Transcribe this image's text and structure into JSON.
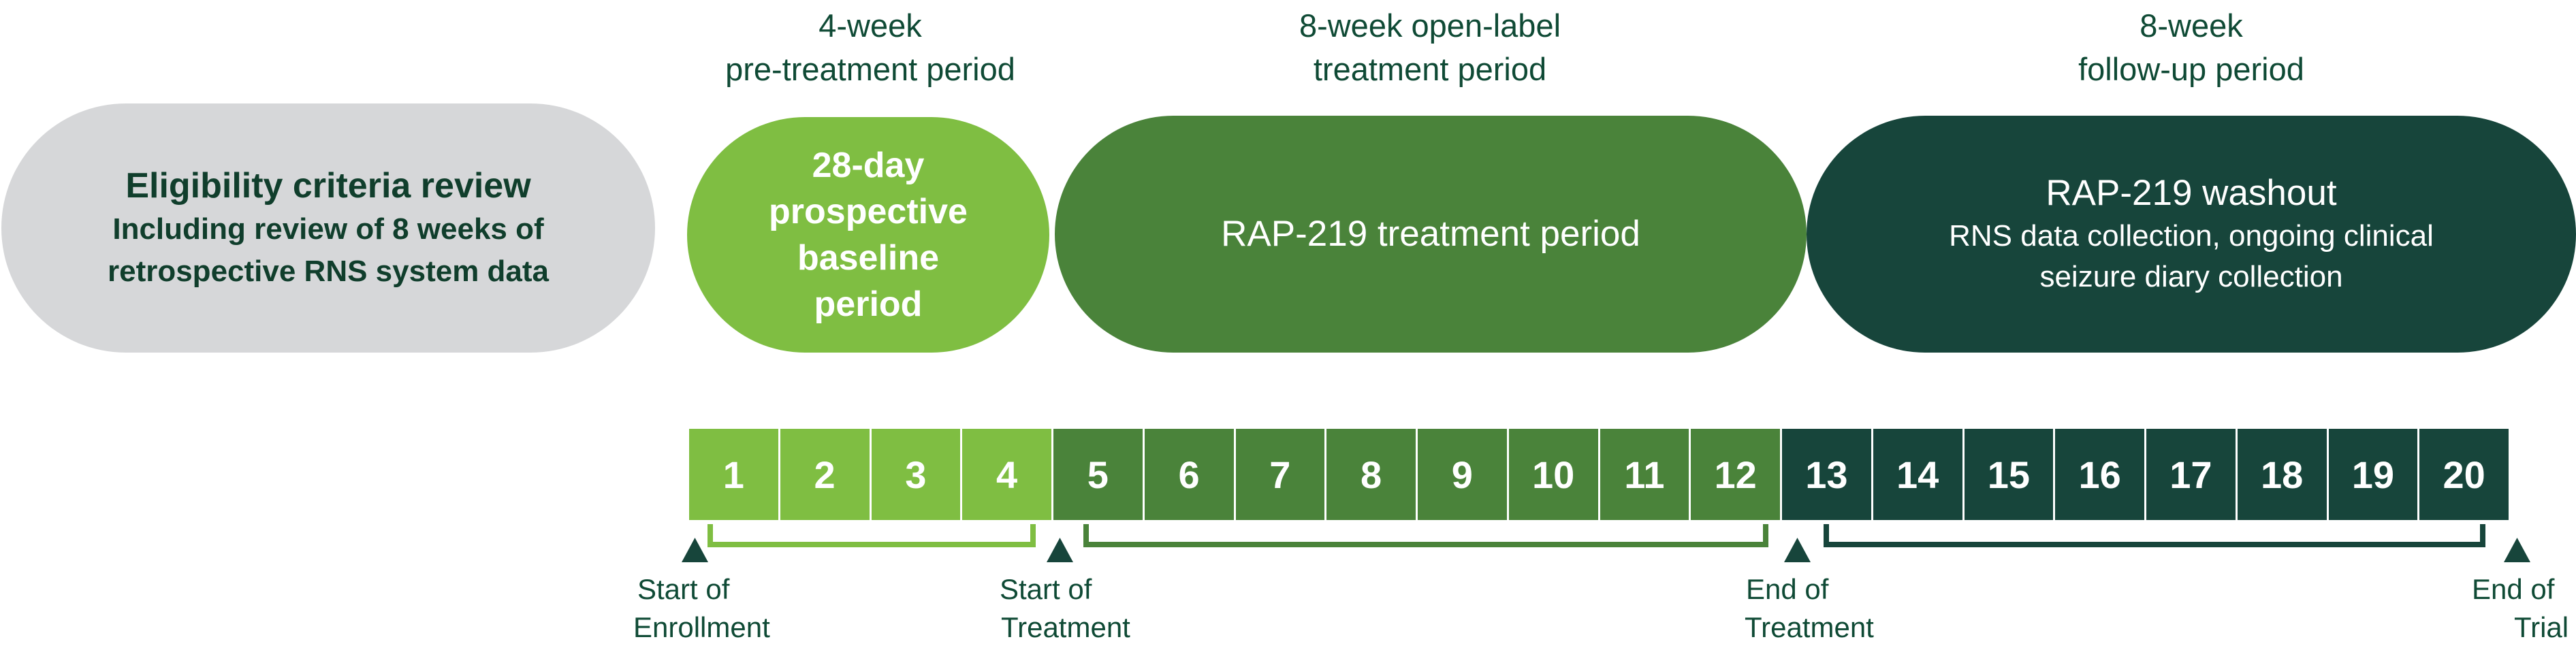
{
  "headings": {
    "pretreatment": [
      "4-week",
      "pre-treatment period"
    ],
    "treatment": [
      "8-week open-label",
      "treatment period"
    ],
    "followup": [
      "8-week",
      "follow-up period"
    ]
  },
  "pills": {
    "eligibility": {
      "title": "Eligibility criteria review",
      "sub": [
        "Including review of 8 weeks of",
        "retrospective RNS system data"
      ]
    },
    "baseline": {
      "title": "28-day prospective baseline period"
    },
    "treatment": {
      "title": "RAP-219 treatment period"
    },
    "washout": {
      "title": "RAP-219 washout",
      "sub": [
        "RNS data collection, ongoing clinical",
        "seizure diary collection"
      ]
    }
  },
  "weeks": [
    {
      "label": "1",
      "phase": 1
    },
    {
      "label": "2",
      "phase": 1
    },
    {
      "label": "3",
      "phase": 1
    },
    {
      "label": "4",
      "phase": 1
    },
    {
      "label": "5",
      "phase": 2
    },
    {
      "label": "6",
      "phase": 2
    },
    {
      "label": "7",
      "phase": 2
    },
    {
      "label": "8",
      "phase": 2
    },
    {
      "label": "9",
      "phase": 2
    },
    {
      "label": "10",
      "phase": 2
    },
    {
      "label": "11",
      "phase": 2
    },
    {
      "label": "12",
      "phase": 2
    },
    {
      "label": "13",
      "phase": 3
    },
    {
      "label": "14",
      "phase": 3
    },
    {
      "label": "15",
      "phase": 3
    },
    {
      "label": "16",
      "phase": 3
    },
    {
      "label": "17",
      "phase": 3
    },
    {
      "label": "18",
      "phase": 3
    },
    {
      "label": "19",
      "phase": 3
    },
    {
      "label": "20",
      "phase": 3
    }
  ],
  "milestones": {
    "start_enrollment": [
      "Start of",
      "Enrollment"
    ],
    "start_treatment": [
      "Start of",
      "Treatment"
    ],
    "end_treatment": [
      "End of",
      "Treatment"
    ],
    "end_trial": [
      "End of",
      "Trial"
    ]
  },
  "colors": {
    "pretreatment": "#7fbe42",
    "treatment": "#4a833a",
    "followup": "#17453b",
    "eligibility": "#d6d7d9",
    "text_dark": "#0f4a35"
  }
}
